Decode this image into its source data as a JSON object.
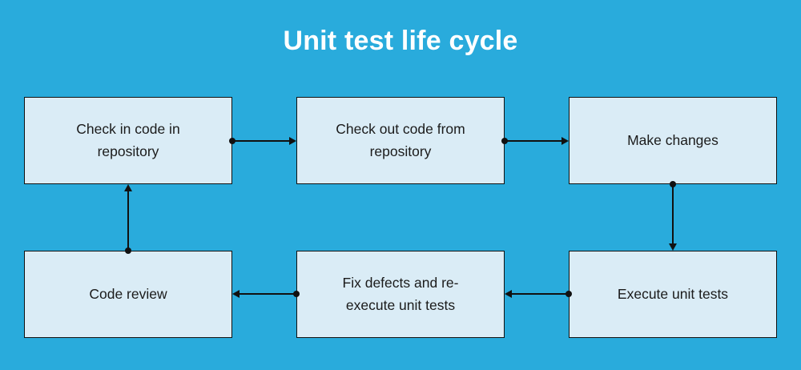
{
  "title": "Unit test life cycle",
  "colors": {
    "background": "#29ABDC",
    "box_fill": "#DAECF6",
    "box_border": "#111111",
    "arrow": "#111111",
    "title_text": "#FFFFFF",
    "box_text": "#1B1B1B"
  },
  "diagram": {
    "nodes": [
      {
        "id": "check-in-code",
        "label": "Check in code in repository"
      },
      {
        "id": "check-out-code",
        "label": "Check out code from repository"
      },
      {
        "id": "make-changes",
        "label": "Make changes"
      },
      {
        "id": "code-review",
        "label": "Code review"
      },
      {
        "id": "fix-defects",
        "label": "Fix defects and re-execute unit tests"
      },
      {
        "id": "execute-unit-tests",
        "label": "Execute unit tests"
      }
    ],
    "edges": [
      {
        "from": "check-in-code",
        "to": "check-out-code",
        "direction": "right"
      },
      {
        "from": "check-out-code",
        "to": "make-changes",
        "direction": "right"
      },
      {
        "from": "make-changes",
        "to": "execute-unit-tests",
        "direction": "down"
      },
      {
        "from": "execute-unit-tests",
        "to": "fix-defects",
        "direction": "left"
      },
      {
        "from": "fix-defects",
        "to": "code-review",
        "direction": "left"
      },
      {
        "from": "code-review",
        "to": "check-in-code",
        "direction": "up"
      }
    ]
  }
}
